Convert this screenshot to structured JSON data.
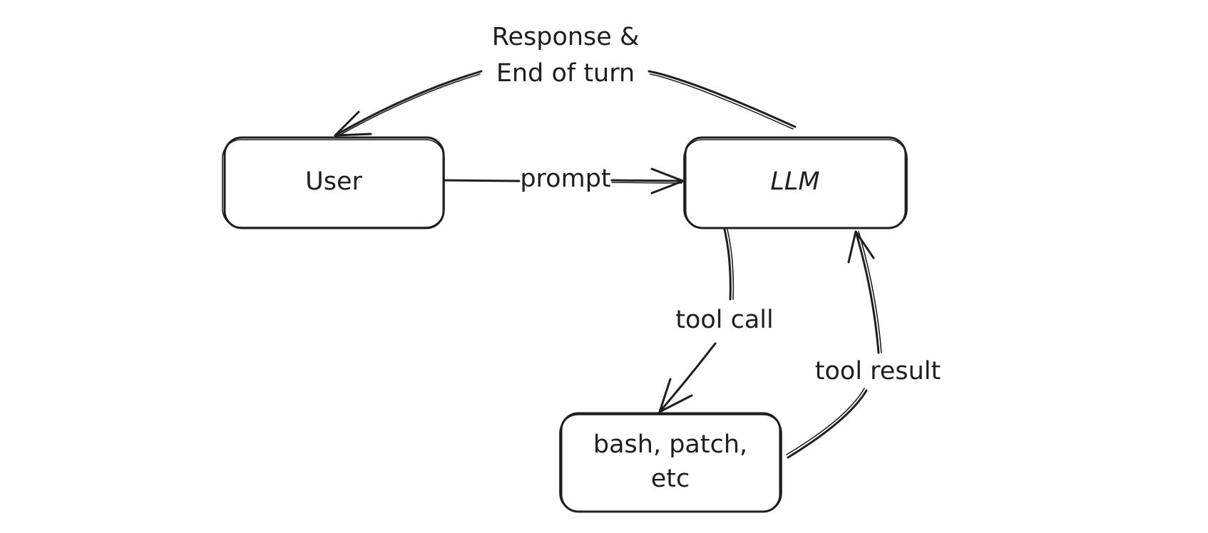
{
  "nodes": {
    "user": "User",
    "llm": "LLM",
    "tools": {
      "line1": "bash, patch,",
      "line2": "etc"
    }
  },
  "edges": {
    "prompt": "prompt",
    "response": {
      "line1": "Response &",
      "line2": "End of turn"
    },
    "tool_call": "tool call",
    "tool_result": "tool result"
  },
  "colors": {
    "stroke": "#1e1e1e",
    "background": "#ffffff"
  }
}
